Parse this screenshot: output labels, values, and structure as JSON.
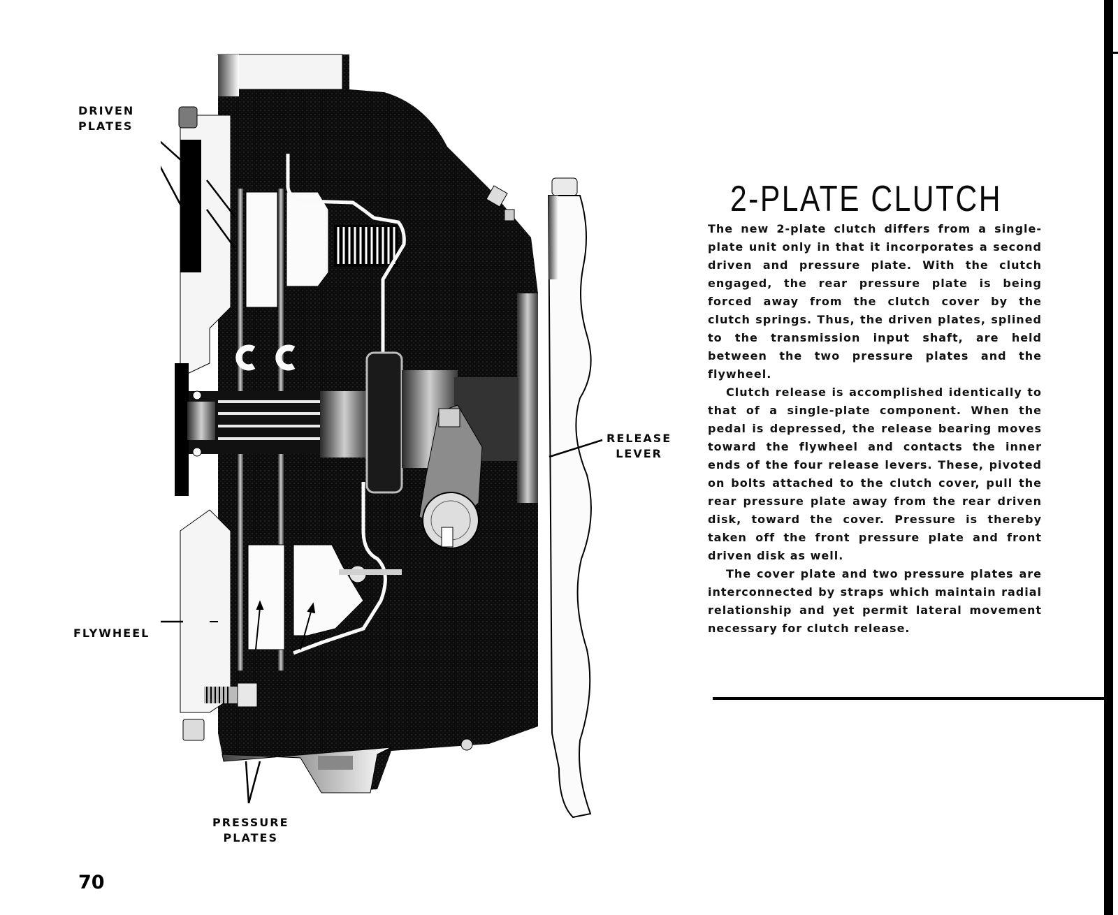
{
  "page": {
    "number": "70",
    "title": "2-PLATE CLUTCH",
    "paragraphs": [
      "The new 2-plate clutch differs from a single-plate unit only in that it incorporates a second driven and pressure plate. With the clutch engaged, the rear pressure plate is being forced away from the clutch cover by the clutch springs. Thus, the driven plates, splined to the transmission input shaft, are held between the two pressure plates and the flywheel.",
      "Clutch release is accomplished identically to that of a single-plate component. When the pedal is depressed, the release bearing moves toward the flywheel and contacts the inner ends of the four release levers. These, pivoted on bolts attached to the clutch cover, pull the rear pressure plate away from the rear driven disk, toward the cover. Pressure is thereby taken off the front pressure plate and front driven disk as well.",
      "The cover plate and two pressure plates are interconnected by straps which maintain radial relationship and yet permit lateral movement necessary for clutch release."
    ]
  },
  "illustration": {
    "subject": "2-plate clutch cutaway",
    "callouts": {
      "driven_plates": {
        "line1": "DRIVEN",
        "line2": "PLATES"
      },
      "flywheel": {
        "line1": "FLYWHEEL"
      },
      "release_lever": {
        "line1": "RELEASE",
        "line2": "LEVER"
      },
      "pressure_plates": {
        "line1": "PRESSURE",
        "line2": "PLATES"
      }
    }
  },
  "colors": {
    "ink": "#0a0a0a",
    "paper": "#ffffff",
    "mid_gray": "#8a8a8a"
  }
}
